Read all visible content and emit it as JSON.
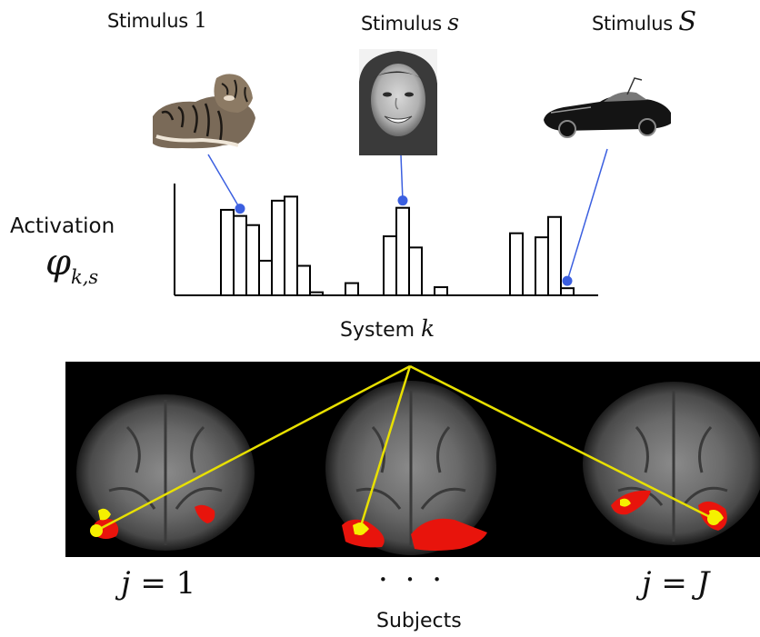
{
  "stimuli": [
    {
      "prefix": "Stimulus",
      "symbol": "1",
      "symbol_style": "upright",
      "icon": "tiger-image"
    },
    {
      "prefix": "Stimulus",
      "symbol": "s",
      "symbol_style": "italic",
      "icon": "face-image"
    },
    {
      "prefix": "Stimulus",
      "symbol": "S",
      "symbol_style": "italic",
      "icon": "car-image"
    }
  ],
  "activation": {
    "label": "Activation",
    "symbol": "φ",
    "subscript": "k,s"
  },
  "x_axis": {
    "label": "System",
    "symbol": "k"
  },
  "chart_data": {
    "type": "bar",
    "groups": [
      {
        "stimulus": "1",
        "values": [
          0.84,
          0.78,
          0.69,
          0.34,
          0.93,
          0.97,
          0.29,
          0.03
        ]
      },
      {
        "stimulus": "s",
        "values": [
          0.12,
          0.0,
          0.0,
          0.58,
          0.86,
          0.47,
          0.0,
          0.08
        ]
      },
      {
        "stimulus": "S",
        "values": [
          0.0,
          0.0,
          0.0,
          0.61,
          0.0,
          0.57,
          0.77,
          0.07
        ]
      }
    ],
    "highlighted_bar_index": [
      1,
      4,
      7
    ],
    "pointer_color": "#3b5fe0"
  },
  "subjects": {
    "label": "Subjects",
    "first": {
      "var": "j",
      "eq": "=",
      "val": "1"
    },
    "ellipsis": "· · ·",
    "last": {
      "var": "j",
      "eq": "=",
      "val": "J"
    }
  },
  "colors": {
    "bars": "#000000",
    "pointer": "#3b5fe0",
    "brain_lines": "#e8e000",
    "activation_red": "#e8140c",
    "activation_yellow": "#f5f000"
  }
}
